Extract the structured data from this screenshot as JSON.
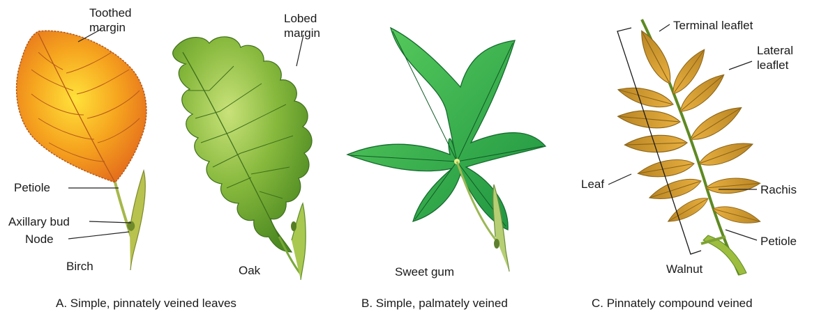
{
  "labels": {
    "toothed_margin": "Toothed\nmargin",
    "lobed_margin": "Lobed\nmargin",
    "petiole_birch": "Petiole",
    "axillary_bud": "Axillary bud",
    "node": "Node",
    "birch": "Birch",
    "oak": "Oak",
    "sweet_gum": "Sweet gum",
    "terminal_leaflet": "Terminal leaflet",
    "lateral_leaflet": "Lateral\nleaflet",
    "leaf": "Leaf",
    "rachis": "Rachis",
    "petiole_walnut": "Petiole",
    "walnut": "Walnut"
  },
  "captions": {
    "a": "A. Simple, pinnately veined leaves",
    "b": "B. Simple, palmately veined",
    "c": "C. Pinnately compound veined"
  },
  "colors": {
    "birch_leaf": "#f2a21c",
    "oak_leaf": "#7fb73a",
    "sweetgum_leaf": "#2fae4a",
    "walnut_leaflet": "#d99a2b",
    "stem": "#a6b84a",
    "leader": "#222222"
  }
}
